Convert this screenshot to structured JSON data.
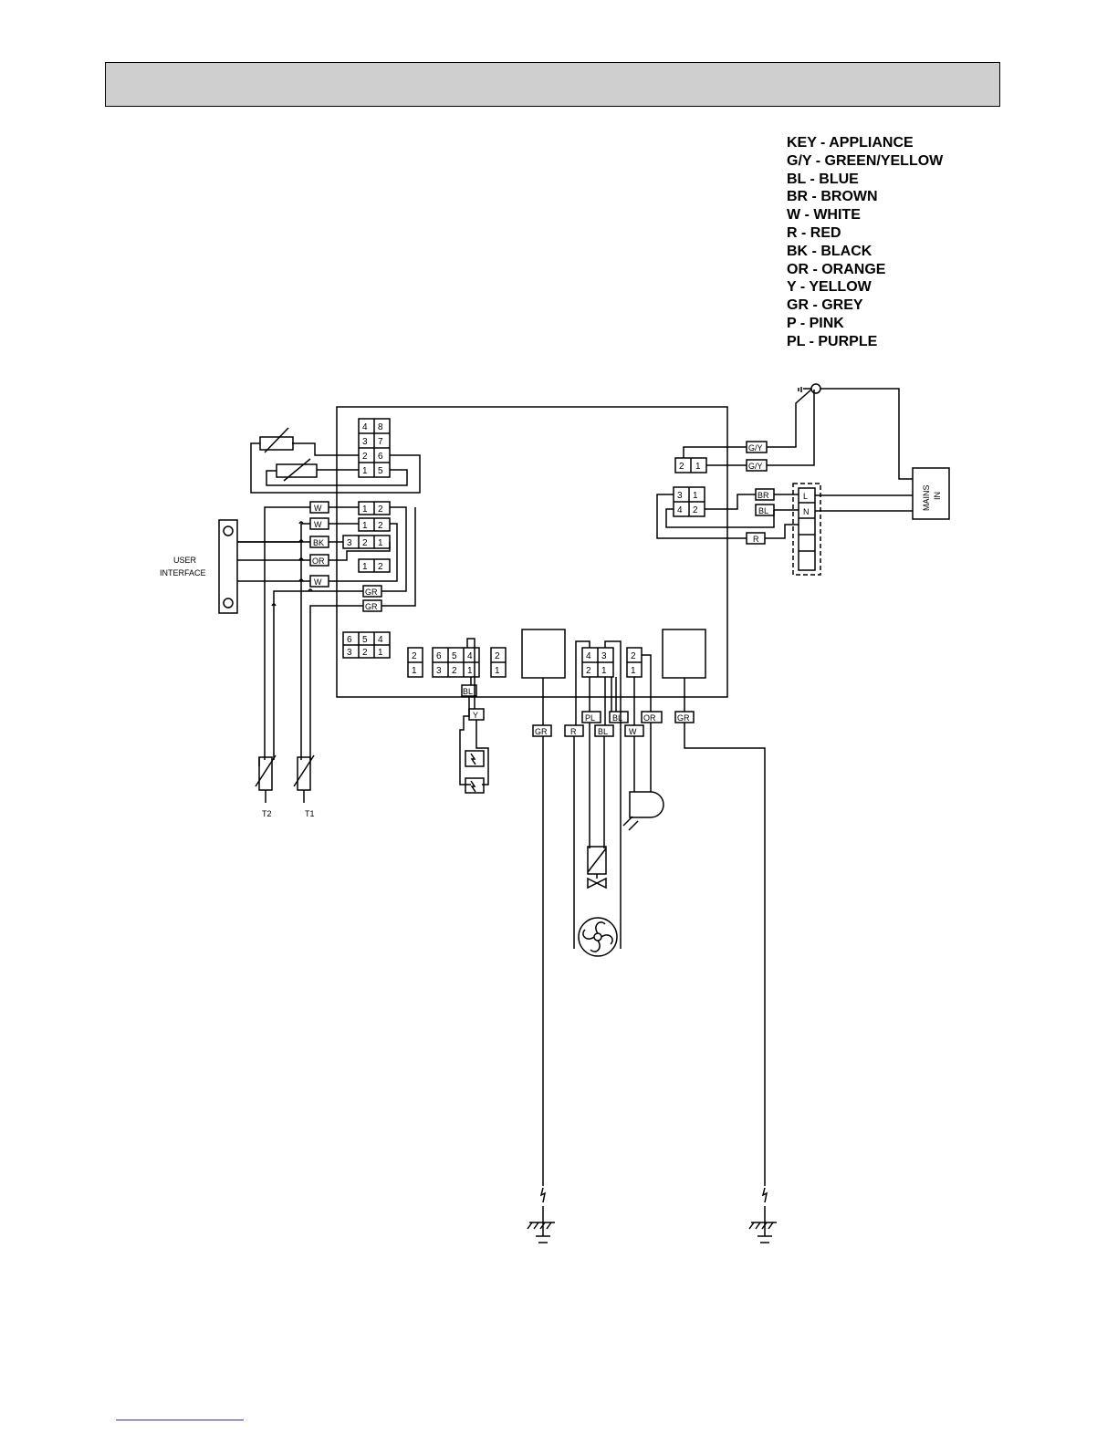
{
  "header": {
    "title": ""
  },
  "key": {
    "items": [
      "KEY - APPLIANCE",
      "G/Y - GREEN/YELLOW",
      "BL - BLUE",
      "BR - BROWN",
      "W - WHITE",
      "R - RED",
      "BK - BLACK",
      "OR - ORANGE",
      "Y - YELLOW",
      "GR - GREY",
      "P - PINK",
      "PL - PURPLE"
    ]
  },
  "labels": {
    "user_interface_1": "USER",
    "user_interface_2": "INTERFACE",
    "mains_1": "MAINS",
    "mains_2": "IN",
    "t1": "T1",
    "t2": "T2",
    "terminal_l": "L",
    "terminal_n": "N"
  },
  "wire_tags": {
    "gy_top": "G/Y",
    "gy_bottom": "G/Y",
    "br": "BR",
    "bl_mains": "BL",
    "r_mains": "R",
    "w1": "W",
    "w2": "W",
    "bk": "BK",
    "or_ui": "OR",
    "w3": "W",
    "gr1": "GR",
    "gr2": "GR",
    "bl_low": "BL",
    "y_low": "Y",
    "gr_fan": "GR",
    "pl": "PL",
    "r_low": "R",
    "bl_mid": "BL",
    "bl_mid2": "BL",
    "w_low": "W",
    "or_low": "OR",
    "gr_right": "GR"
  },
  "pins": {
    "c_top": [
      "4",
      "8",
      "3",
      "7",
      "2",
      "6",
      "1",
      "5"
    ],
    "c_w1": [
      "1",
      "2"
    ],
    "c_w2": [
      "1",
      "2"
    ],
    "c_bk": [
      "3",
      "2",
      "1"
    ],
    "c_12": [
      "1",
      "2"
    ],
    "c_654": [
      "6",
      "5",
      "4",
      "3",
      "2",
      "1"
    ],
    "c_21a": [
      "2",
      "1"
    ],
    "c_654b": [
      "6",
      "5",
      "4",
      "3",
      "2",
      "1"
    ],
    "c_21b": [
      "2",
      "1"
    ],
    "c_43": [
      "4",
      "3",
      "2",
      "1"
    ],
    "c_21c": [
      "2",
      "1"
    ],
    "c_gy": [
      "2",
      "1"
    ],
    "c_mains": [
      "3",
      "1",
      "4",
      "2"
    ]
  }
}
